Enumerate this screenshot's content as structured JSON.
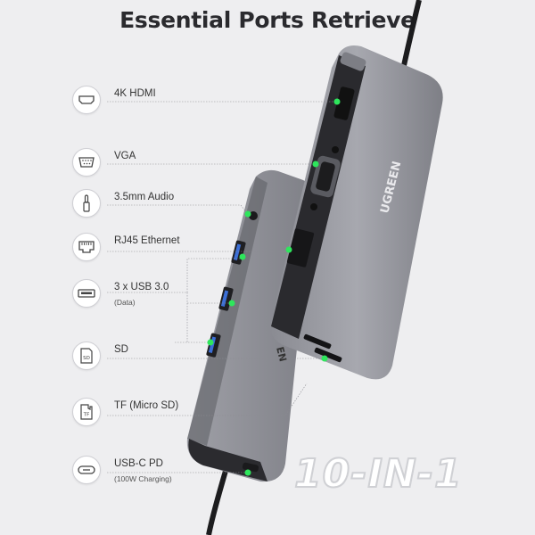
{
  "header": {
    "title": "Essential Ports Retrieve"
  },
  "ports": [
    {
      "label": "4K HDMI",
      "icon": "hdmi-icon"
    },
    {
      "label": "VGA",
      "icon": "vga-icon"
    },
    {
      "label": "3.5mm Audio",
      "icon": "audio-jack-icon"
    },
    {
      "label": "RJ45 Ethernet",
      "icon": "ethernet-icon"
    },
    {
      "label": "3 x USB 3.0",
      "sub": "(Data)",
      "icon": "usb-a-icon"
    },
    {
      "label": "SD",
      "icon": "sd-card-icon",
      "icon_text": "SD"
    },
    {
      "label": "TF (Micro SD)",
      "icon": "micro-sd-icon",
      "icon_text": "TF"
    },
    {
      "label": "USB-C PD",
      "sub": "(100W Charging)",
      "icon": "usb-c-icon"
    }
  ],
  "device": {
    "brand": "UGREEN",
    "badge": "EN"
  },
  "badge": {
    "text": "10-IN-1"
  },
  "colors": {
    "led": "#2ee65c",
    "aluminium": "#9a9ba3",
    "background": "#eeeef0"
  }
}
